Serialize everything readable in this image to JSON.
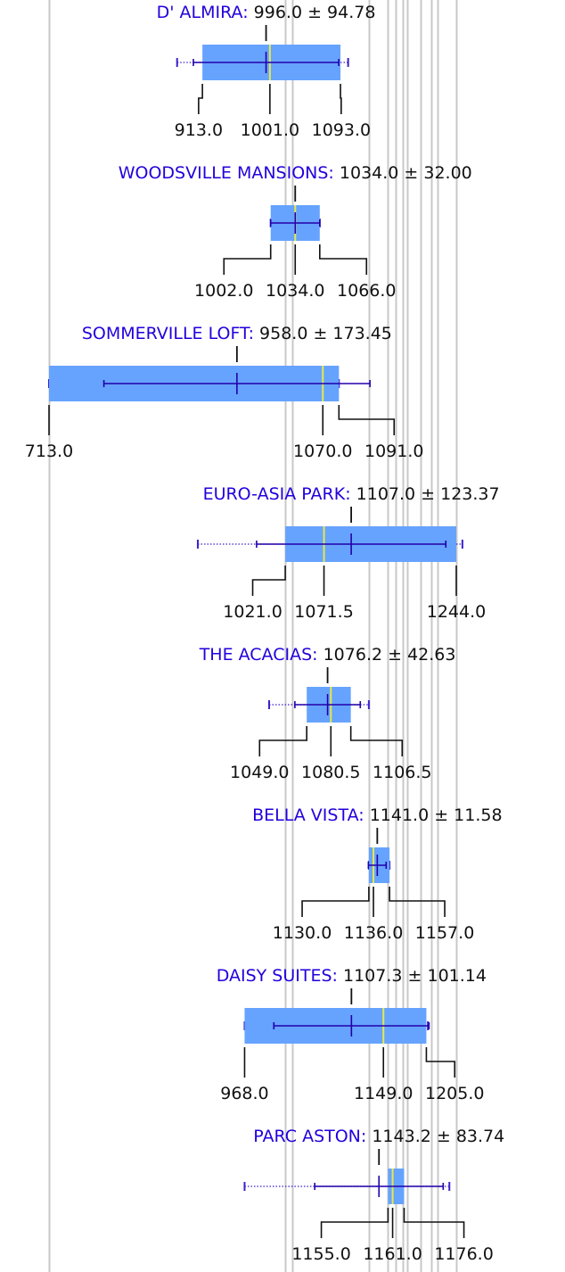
{
  "chart_data": {
    "type": "boxplot",
    "orientation": "horizontal",
    "xlim": [
      700,
      1265
    ],
    "colors": {
      "box": "#66a3ff",
      "median": "#e8e84a",
      "name": "#2200dd",
      "mean_line": "#2200aa",
      "whisker": "#3a22cc",
      "grid": "#c8c8c8",
      "text": "#111111",
      "bracket": "#111111"
    },
    "grid_values": [
      713,
      1021,
      1030,
      1130,
      1155,
      1174,
      1180,
      1211,
      1197,
      1220,
      1244,
      1165
    ],
    "series": [
      {
        "name": "D' ALMIRA",
        "summary": "996.0 ± 94.78",
        "mean": 996.0,
        "sd": 94.78,
        "q1": 913.0,
        "median": 1001.0,
        "q3": 1093.0,
        "min": 880.0,
        "max": 1103.0,
        "labels": [
          "913.0",
          "1001.0",
          "1093.0"
        ]
      },
      {
        "name": "WOODSVILLE MANSIONS",
        "summary": "1034.0 ± 32.00",
        "mean": 1034.0,
        "sd": 32.0,
        "q1": 1002.0,
        "median": 1034.0,
        "q3": 1066.0,
        "min": 1002.0,
        "max": 1066.0,
        "labels": [
          "1002.0",
          "1034.0",
          "1066.0"
        ]
      },
      {
        "name": "SOMMERVILLE LOFT",
        "summary": "958.0 ± 173.45",
        "mean": 958.0,
        "sd": 173.45,
        "q1": 713.0,
        "median": 1070.0,
        "q3": 1091.0,
        "min": 713.0,
        "max": 1091.0,
        "labels": [
          "713.0",
          "1070.0",
          "1091.0"
        ]
      },
      {
        "name": "EURO-ASIA PARK",
        "summary": "1107.0 ± 123.37",
        "mean": 1107.0,
        "sd": 123.37,
        "q1": 1021.0,
        "median": 1071.5,
        "q3": 1244.0,
        "min": 907.0,
        "max": 1252.0,
        "labels": [
          "1021.0",
          "1071.5",
          "1244.0"
        ]
      },
      {
        "name": "THE ACACIAS",
        "summary": "1076.2 ± 42.63",
        "mean": 1076.2,
        "sd": 42.63,
        "q1": 1049.0,
        "median": 1080.5,
        "q3": 1106.5,
        "min": 1000.0,
        "max": 1130.0,
        "labels": [
          "1049.0",
          "1080.5",
          "1106.5"
        ]
      },
      {
        "name": "BELLA VISTA",
        "summary": "1141.0 ± 11.58",
        "mean": 1141.0,
        "sd": 11.58,
        "q1": 1130.0,
        "median": 1136.0,
        "q3": 1157.0,
        "min": 1130.0,
        "max": 1157.0,
        "labels": [
          "1130.0",
          "1136.0",
          "1157.0"
        ]
      },
      {
        "name": "DAISY SUITES",
        "summary": "1107.3 ± 101.14",
        "mean": 1107.3,
        "sd": 101.14,
        "q1": 968.0,
        "median": 1149.0,
        "q3": 1205.0,
        "min": 968.0,
        "max": 1207.0,
        "labels": [
          "968.0",
          "1149.0",
          "1205.0"
        ]
      },
      {
        "name": "PARC ASTON",
        "summary": "1143.2 ± 83.74",
        "mean": 1143.2,
        "sd": 83.74,
        "q1": 1155.0,
        "median": 1161.0,
        "q3": 1176.0,
        "min": 968.0,
        "max": 1235.0,
        "labels": [
          "1155.0",
          "1161.0",
          "1176.0"
        ]
      }
    ]
  }
}
